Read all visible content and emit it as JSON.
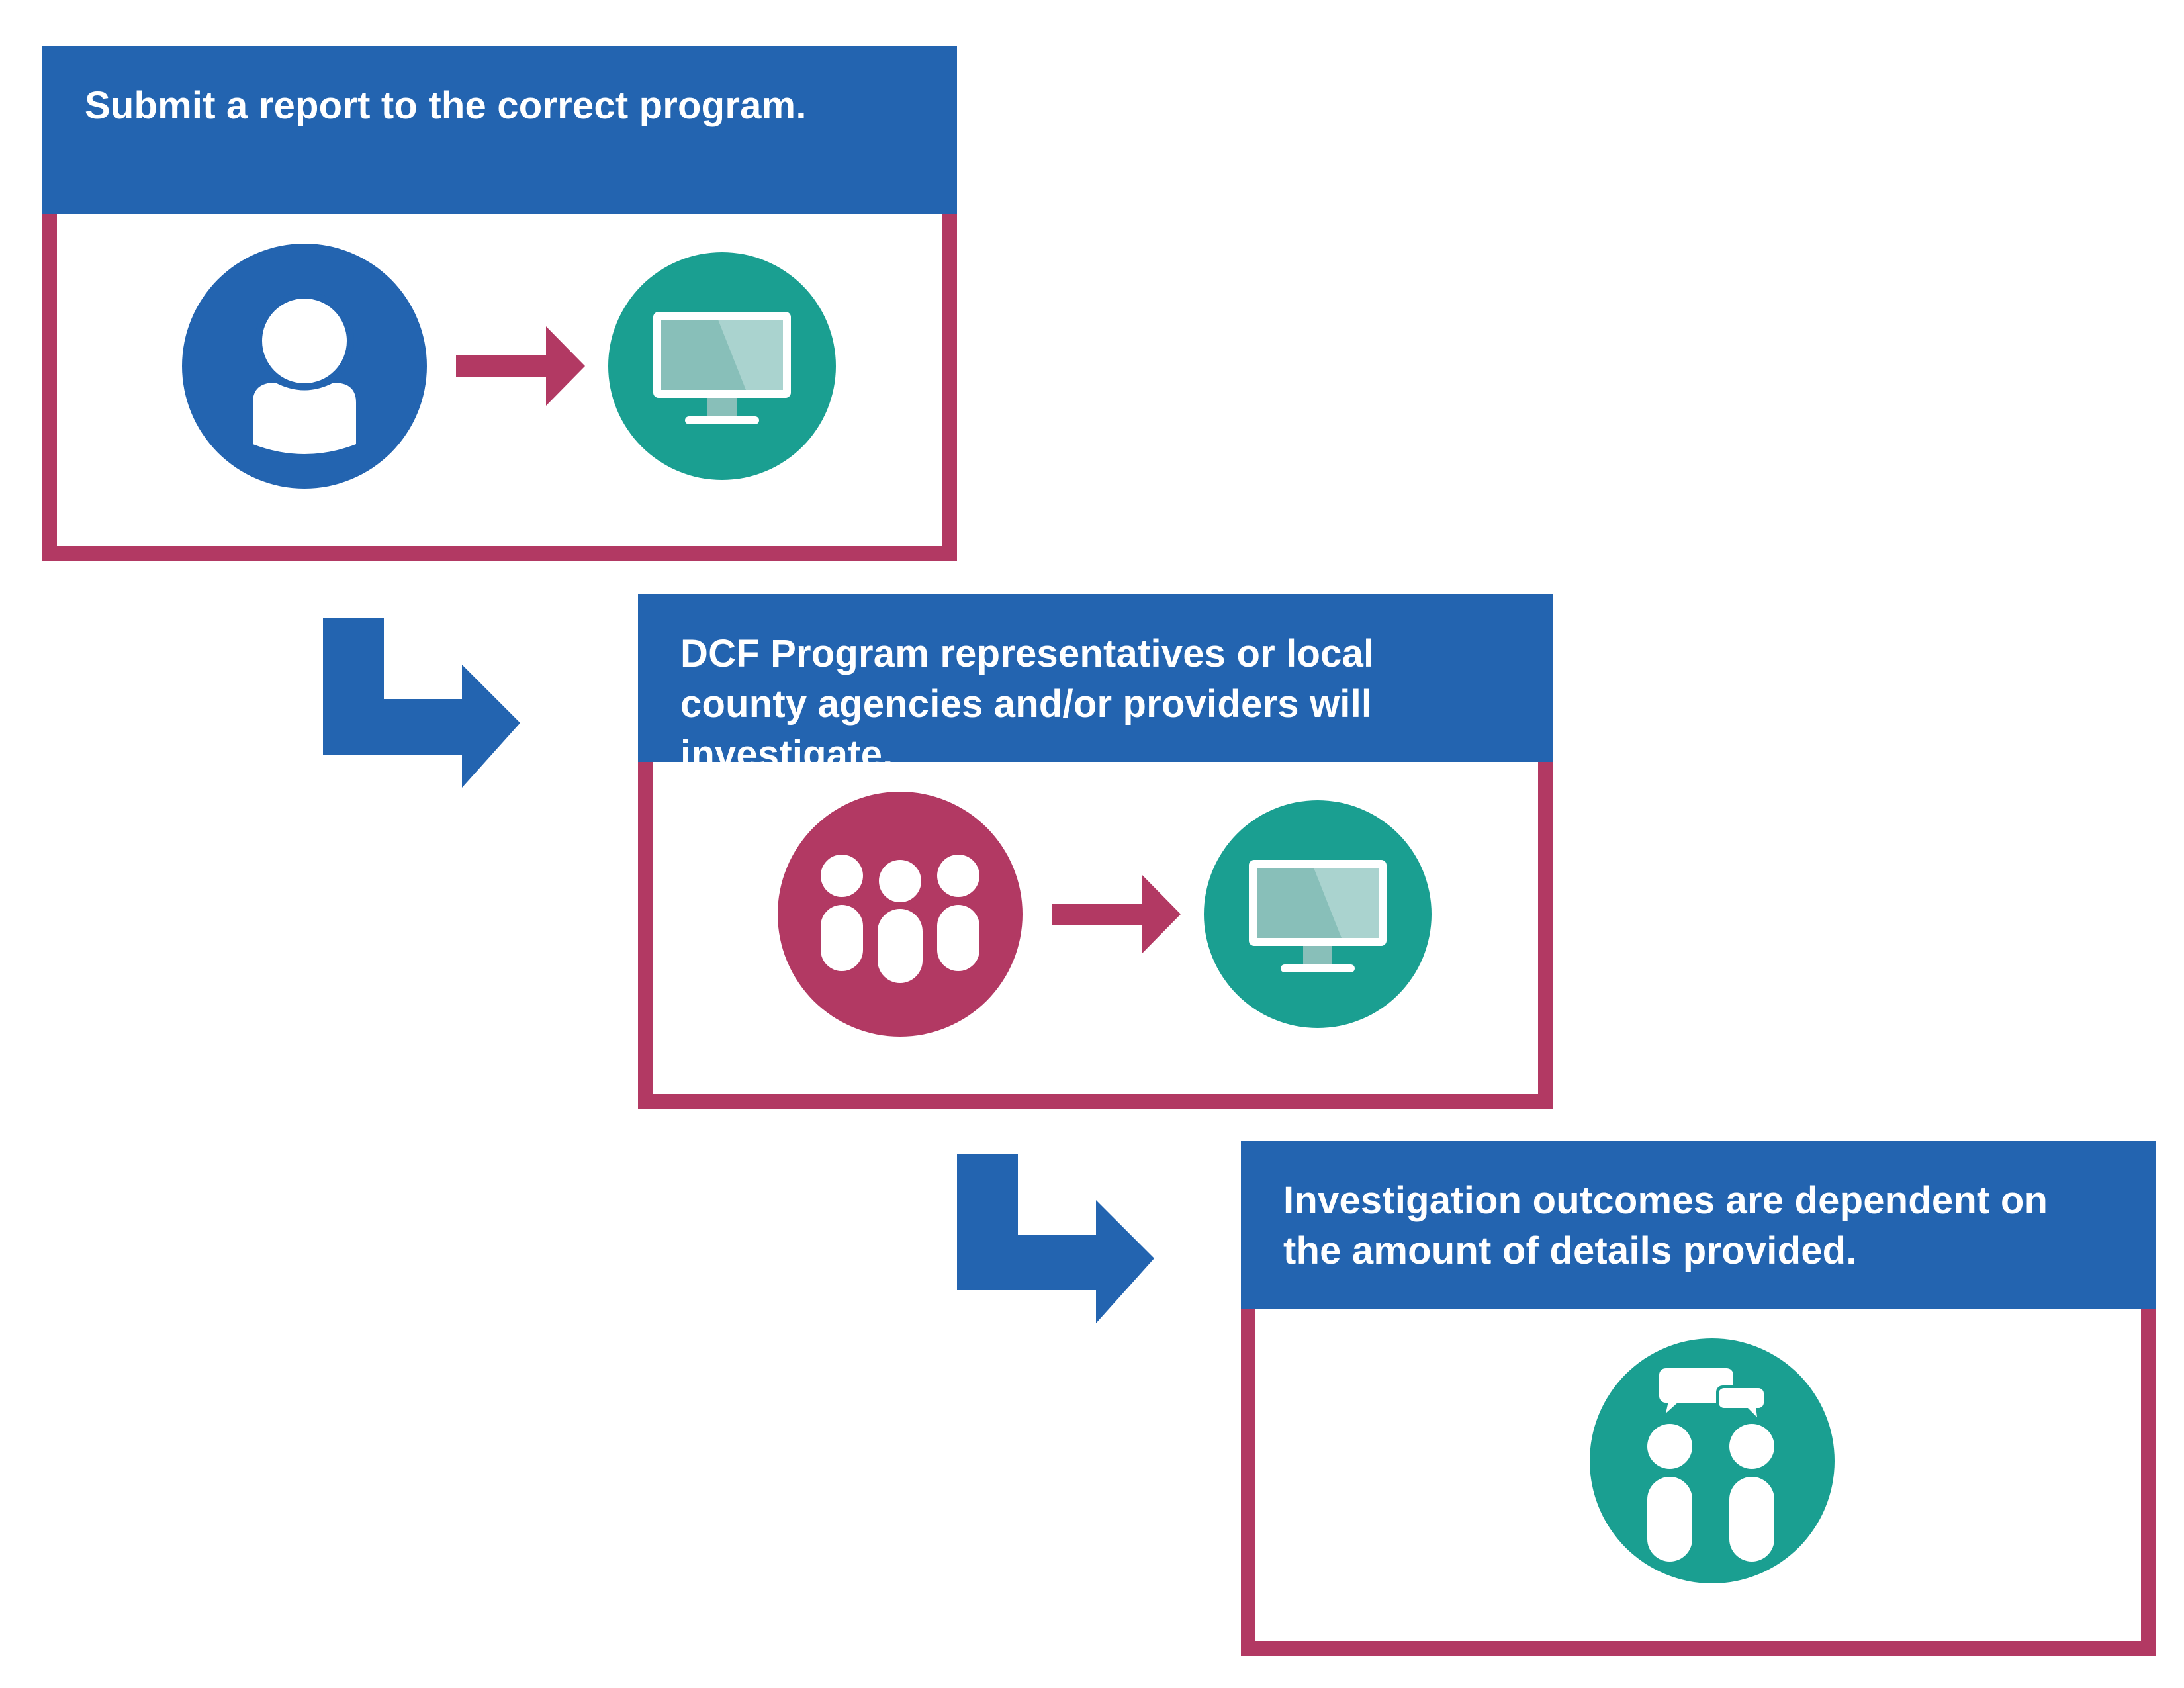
{
  "steps": [
    {
      "text": "Submit a report to the correct program."
    },
    {
      "text": "DCF Program representatives or local county agencies and/or providers will investigate."
    },
    {
      "text": "Investigation outcomes are dependent on the amount of details provided."
    }
  ],
  "colors": {
    "header_blue": "#2364b0",
    "border_magenta": "#b23963",
    "person_circle_blue": "#2364b0",
    "group_circle_magenta": "#b23963",
    "teal": "#1a9f91",
    "monitor_screen": "#88bfb9",
    "monitor_screen_light": "#aad3cf"
  },
  "icons": {
    "step1_left": "person-icon",
    "step1_right": "computer-monitor-icon",
    "step2_left": "group-of-people-icon",
    "step2_right": "computer-monitor-icon",
    "step3": "conversation-icon",
    "flow_arrow": "right-arrow-icon",
    "connector": "elbow-arrow-icon"
  }
}
